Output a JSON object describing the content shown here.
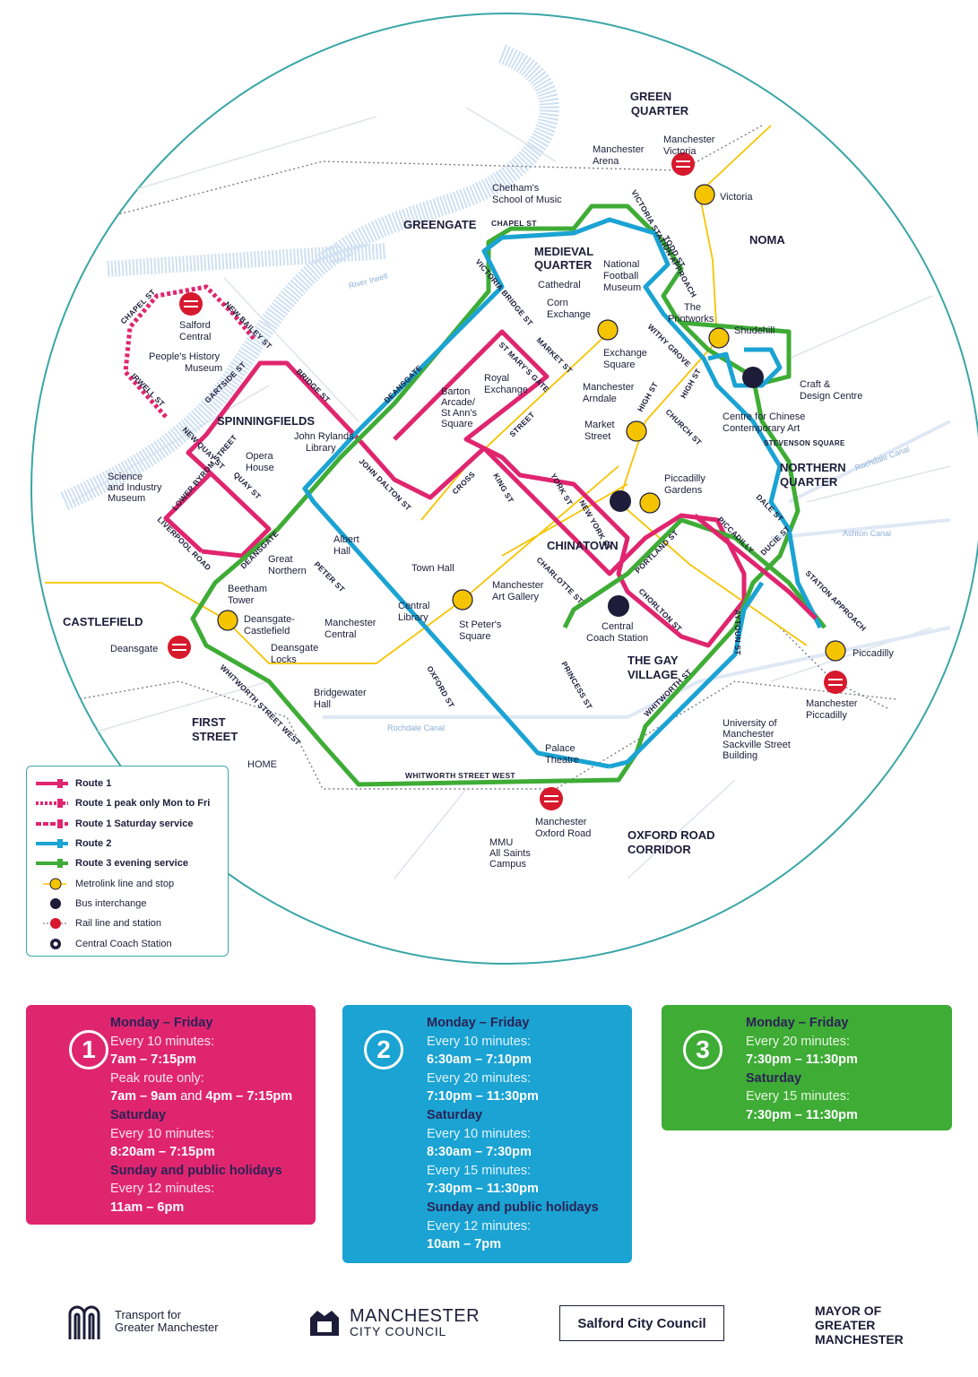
{
  "map": {
    "areas": {
      "green_quarter": [
        "GREEN",
        "QUARTER"
      ],
      "greengate": "GREENGATE",
      "medieval_quarter": [
        "MEDIEVAL",
        "QUARTER"
      ],
      "noma": "NOMA",
      "spinningfields": "SPINNINGFIELDS",
      "northern_quarter": [
        "NORTHERN",
        "QUARTER"
      ],
      "chinatown": "CHINATOWN",
      "castlefield": "CASTLEFIELD",
      "gay_village": [
        "THE GAY",
        "VILLAGE"
      ],
      "first_street": [
        "FIRST",
        "STREET"
      ],
      "oxford_road_corridor": [
        "OXFORD ROAD",
        "CORRIDOR"
      ]
    },
    "places": {
      "manchester_arena": [
        "Manchester",
        "Arena"
      ],
      "manchester_victoria": [
        "Manchester",
        "Victoria"
      ],
      "victoria": "Victoria",
      "chethams": [
        "Chetham's",
        "School of Music"
      ],
      "national_football_museum": [
        "National",
        "Football",
        "Museum"
      ],
      "cathedral": "Cathedral",
      "corn_exchange": [
        "Corn",
        "Exchange"
      ],
      "the_printworks": [
        "The",
        "Printworks"
      ],
      "shudehill": "Shudehill",
      "craft_design": [
        "Craft &",
        "Design Centre"
      ],
      "exchange_square": [
        "Exchange",
        "Square"
      ],
      "salford_central": [
        "Salford",
        "Central"
      ],
      "peoples_history": [
        "People's History",
        "Museum"
      ],
      "royal_exchange": [
        "Royal",
        "Exchange"
      ],
      "barton_arcade": [
        "Barton",
        "Arcade/",
        "St Ann's",
        "Square"
      ],
      "manchester_arndale": [
        "Manchester",
        "Arndale"
      ],
      "market_street": [
        "Market",
        "Street"
      ],
      "chinese_centre": [
        "Centre for Chinese",
        "Contemporary Art"
      ],
      "john_rylands": [
        "John Rylands",
        "Library"
      ],
      "opera_house": [
        "Opera",
        "House"
      ],
      "science_industry": [
        "Science",
        "and Industry",
        "Museum"
      ],
      "piccadilly_gardens": [
        "Piccadilly",
        "Gardens"
      ],
      "albert_hall": [
        "Albert",
        "Hall"
      ],
      "great_northern": [
        "Great",
        "Northern"
      ],
      "town_hall": "Town Hall",
      "beetham_tower": [
        "Beetham",
        "Tower"
      ],
      "deansgate_castlefield": [
        "Deansgate-",
        "Castlefield"
      ],
      "manchester_art_gallery": [
        "Manchester",
        "Art Gallery"
      ],
      "central_library": [
        "Central",
        "Library"
      ],
      "manchester_central": [
        "Manchester",
        "Central"
      ],
      "deansgate_locks": [
        "Deansgate",
        "Locks"
      ],
      "st_peters_square": [
        "St Peter's",
        "Square"
      ],
      "central_coach_station": [
        "Central",
        "Coach Station"
      ],
      "deansgate": "Deansgate",
      "piccadilly": "Piccadilly",
      "manchester_piccadilly": [
        "Manchester",
        "Piccadilly"
      ],
      "bridgewater_hall": [
        "Bridgewater",
        "Hall"
      ],
      "university_sackville": [
        "University of",
        "Manchester",
        "Sackville Street",
        "Building"
      ],
      "home": "HOME",
      "palace_theatre": [
        "Palace",
        "Theatre"
      ],
      "manchester_oxford_road": [
        "Manchester",
        "Oxford Road"
      ],
      "mmu": [
        "MMU",
        "All Saints",
        "Campus"
      ]
    },
    "streets": {
      "chapel_st_top": "CHAPEL ST",
      "victoria_station_approach": "VICTORIA STATION APPROACH",
      "todd_st": "TODD ST",
      "victoria_bridge_st": "VICTORIA BRIDGE ST",
      "withy_grove": "WITHY GROVE",
      "chapel_st_left": "CHAPEL ST",
      "new_bailey_st": "NEW BAILEY ST",
      "irwell_st": "IRWELL ST",
      "gartside_st": "GARTSIDE ST",
      "bridge_st": "BRIDGE ST",
      "deansgate": "DEANSGATE",
      "st_marys_gate": "ST MARY'S GATE",
      "market_st": "MARKET ST",
      "high_st": "HIGH ST",
      "church_st": "CHURCH ST",
      "high_st_2": "HIGH ST",
      "stevenson_square": "STEVENSON SQUARE",
      "new_quay_st": "NEW QUAY ST",
      "john_dalton_st": "JOHN DALTON ST",
      "cross_st": "CROSS",
      "king_st": "KING ST",
      "york_st": "YORK ST",
      "new_york_st": "NEW YORK ST",
      "street": "STREET",
      "lower_byrom_st": "LOWER BYROM STREET",
      "quay_st": "QUAY ST",
      "liverpool_road": "LIVERPOOL ROAD",
      "deansgate_low": "DEANSGATE",
      "peter_st": "PETER ST",
      "portland_st": "PORTLAND ST",
      "piccadilly": "PICCADILLY",
      "dale_st": "DALE ST",
      "ducie_st": "DUCIE ST",
      "station_approach": "STATION APPROACH",
      "charlotte_st": "CHARLOTTE ST",
      "chorlton_st": "CHORLTON ST",
      "aytoun_st": "AYTOUN ST",
      "oxford_st": "OXFORD ST",
      "princess_st": "PRINCESS ST",
      "whitworth_st": "WHITWORTH ST",
      "whitworth_street_west": "WHITWORTH STREET WEST",
      "whitworth_street_west_2": "WHITWORTH STREET WEST"
    },
    "waterways": {
      "river_irwell": "River Irwell",
      "rochdale_canal": "Rochdale Canal",
      "rochdale_canal_2": "Rochdale Canal",
      "ashton_canal": "Ashton Canal"
    },
    "colors": {
      "route1": "#e0256f",
      "route2": "#1aa3d3",
      "route3": "#3eac35",
      "metrolink": "#f5c400",
      "rail": "#d7192d",
      "bus": "#1d1d3a",
      "circle": "#3aa6a6",
      "river": "#cfe0f2"
    }
  },
  "legend": {
    "items": [
      {
        "label": "Route 1",
        "icon": "route1-line"
      },
      {
        "label": "Route 1 peak only Mon to Fri",
        "icon": "route1-peak-line"
      },
      {
        "label": "Route 1 Saturday service",
        "icon": "route1-saturday-line"
      },
      {
        "label": "Route 2",
        "icon": "route2-line"
      },
      {
        "label": "Route 3 evening service",
        "icon": "route3-line"
      },
      {
        "label": "Metrolink line and stop",
        "icon": "metrolink-icon"
      },
      {
        "label": "Bus interchange",
        "icon": "bus-icon"
      },
      {
        "label": "Rail line and station",
        "icon": "rail-icon"
      },
      {
        "label": "Central Coach Station",
        "icon": "coach-icon"
      }
    ]
  },
  "timetables": {
    "route1": {
      "number": "1",
      "lines": [
        {
          "kind": "day",
          "text": "Monday – Friday"
        },
        {
          "kind": "freq",
          "text": "Every 10 minutes:"
        },
        {
          "kind": "time",
          "text": "7am – 7:15pm"
        },
        {
          "kind": "freq",
          "text": "Peak route only:"
        },
        {
          "kind": "time",
          "text": "7am – 9am",
          "and": " and ",
          "text2": "4pm – 7:15pm"
        },
        {
          "kind": "day",
          "text": "Saturday"
        },
        {
          "kind": "freq",
          "text": "Every 10 minutes:"
        },
        {
          "kind": "time",
          "text": "8:20am – 7:15pm"
        },
        {
          "kind": "day",
          "text": "Sunday and public holidays"
        },
        {
          "kind": "freq",
          "text": "Every 12 minutes:"
        },
        {
          "kind": "time",
          "text": "11am – 6pm"
        }
      ]
    },
    "route2": {
      "number": "2",
      "lines": [
        {
          "kind": "day",
          "text": "Monday – Friday"
        },
        {
          "kind": "freq",
          "text": "Every 10 minutes:"
        },
        {
          "kind": "time",
          "text": "6:30am – 7:10pm"
        },
        {
          "kind": "freq",
          "text": "Every 20 minutes:"
        },
        {
          "kind": "time",
          "text": "7:10pm – 11:30pm"
        },
        {
          "kind": "day",
          "text": "Saturday"
        },
        {
          "kind": "freq",
          "text": "Every 10 minutes:"
        },
        {
          "kind": "time",
          "text": "8:30am – 7:30pm"
        },
        {
          "kind": "freq",
          "text": "Every 15 minutes:"
        },
        {
          "kind": "time",
          "text": "7:30pm – 11:30pm"
        },
        {
          "kind": "day",
          "text": "Sunday and public holidays"
        },
        {
          "kind": "freq",
          "text": "Every 12 minutes:"
        },
        {
          "kind": "time",
          "text": "10am – 7pm"
        }
      ]
    },
    "route3": {
      "number": "3",
      "lines": [
        {
          "kind": "day",
          "text": "Monday – Friday"
        },
        {
          "kind": "freq",
          "text": "Every 20 minutes:"
        },
        {
          "kind": "time",
          "text": "7:30pm – 11:30pm"
        },
        {
          "kind": "day",
          "text": "Saturday"
        },
        {
          "kind": "freq",
          "text": "Every 15 minutes:"
        },
        {
          "kind": "time",
          "text": "7:30pm – 11:30pm"
        }
      ]
    }
  },
  "footer": {
    "tfgm": [
      "Transport for",
      "Greater Manchester"
    ],
    "mcc": [
      "MANCHESTER",
      "CITY COUNCIL"
    ],
    "scc": "Salford City Council",
    "mayor": [
      "MAYOR OF",
      "GREATER",
      "MANCHESTER"
    ]
  }
}
